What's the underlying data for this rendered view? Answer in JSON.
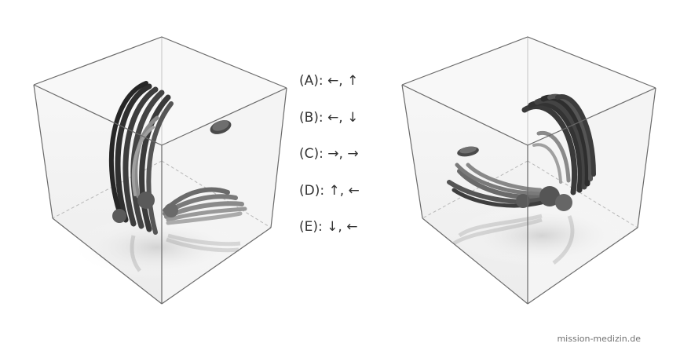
{
  "options": [
    {
      "letter": "(A)",
      "text": "(A): ←, ↑"
    },
    {
      "letter": "(B)",
      "text": "(B): ←, ↓"
    },
    {
      "letter": "(C)",
      "text": "(C): →, →"
    },
    {
      "letter": "(D)",
      "text": "(D): ↑, ←"
    },
    {
      "letter": "(E)",
      "text": "(E): ↓, ←"
    }
  ],
  "watermark": "mission-medizin.de",
  "colors": {
    "edge": "#6a6a6a",
    "hidden_edge": "#b8b8b8",
    "tube_dark": "#3a3a3a",
    "tube_light": "#9a9a9a",
    "face": "#f2f2f2"
  }
}
